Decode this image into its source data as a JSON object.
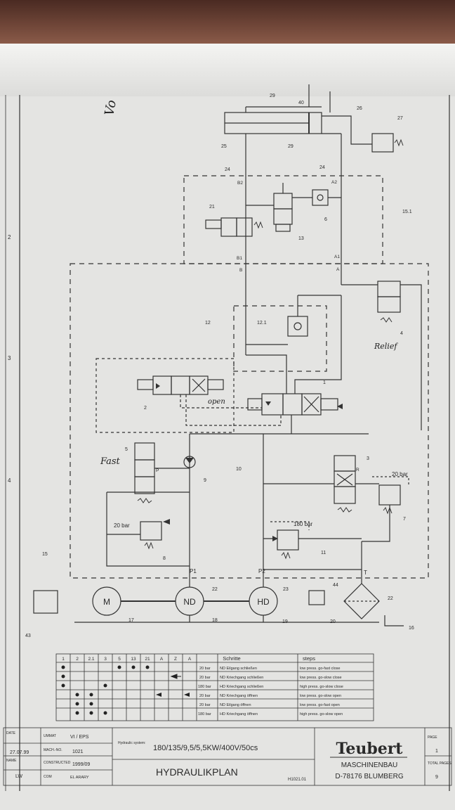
{
  "drawing": {
    "component_numbers": {
      "n29a": "29",
      "n40": "40",
      "n26": "26",
      "n27": "27",
      "n25": "25",
      "n29b": "29",
      "n24a": "24",
      "n24b": "24",
      "n21": "21",
      "n13": "13",
      "n6": "6",
      "n151": "15.1",
      "n12": "12",
      "n121": "12.1",
      "n4": "4",
      "n2": "2",
      "n1": "1",
      "n5": "5",
      "n9": "9",
      "n10": "10",
      "n3": "3",
      "n7": "7",
      "n8": "8",
      "n11": "11",
      "n15": "15",
      "n22a": "22",
      "n23": "23",
      "n44": "44",
      "n22b": "22",
      "n17": "17",
      "n18": "18",
      "n19": "19",
      "n20": "20",
      "n16": "16",
      "n43": "43"
    },
    "port_labels": {
      "b2": "B2",
      "a2": "A2",
      "b1": "B1",
      "a1": "A1",
      "b": "B",
      "a": "A",
      "p1": "P1",
      "p2": "P2",
      "t": "T",
      "r": "R",
      "p": "P"
    },
    "pressure_labels": {
      "p20a": "20 bar",
      "p20b": "20 bar",
      "p180": "180 bar"
    },
    "pump_labels": {
      "motor": "M",
      "nd": "ND",
      "hd": "HD"
    },
    "handwritten": {
      "open": "open",
      "fast": "Fast",
      "relief": "Relief",
      "top": "Vo"
    }
  },
  "steps_table": {
    "columns": [
      "1",
      "2",
      "2.1",
      "3",
      "5",
      "13",
      "21",
      "A",
      "Z",
      "A"
    ],
    "schritte_header": "Schritte",
    "steps_header": "steps",
    "rows": [
      {
        "pressure": "20 bar",
        "schritt": "ND Eilgang schließen",
        "step": "low press. go-fast close"
      },
      {
        "pressure": "20 bar",
        "schritt": "ND Kriechgang schließen",
        "step": "low press. go-slow close"
      },
      {
        "pressure": "180 bar",
        "schritt": "HD Kriechgang schließen",
        "step": "high press. go-slow close"
      },
      {
        "pressure": "20 bar",
        "schritt": "ND Kriechgang öffnen",
        "step": "low press. go-slow open"
      },
      {
        "pressure": "20 bar",
        "schritt": "ND Eilgang öffnen",
        "step": "low press. go-fast open"
      },
      {
        "pressure": "180 bar",
        "schritt": "HD Kriechgang öffnen",
        "step": "high press. go-slow open"
      }
    ]
  },
  "title_block": {
    "date_label": "DATE",
    "date": "27.07.99",
    "name_label": "NAME",
    "name": "LW",
    "umm_label": "UMMAT",
    "umm": "VI / EPS",
    "mach_label": "MACH.-NO.",
    "mach": "1021",
    "constructed_label": "CONSTRUCTED",
    "constructed": "1999/09",
    "com_label": "COM",
    "com": "EL ARARY",
    "system_label": "Hydraulic system:",
    "system": "180/135/9,5/5,5KW/400V/50cs",
    "drawing_title": "HYDRAULIKPLAN",
    "drawing_no": "H1021.01",
    "company": "Teubert",
    "company_sub1": "MASCHINENBAU",
    "company_sub2": "D-78176 BLUMBERG",
    "page_label": "PAGE",
    "page": "1",
    "total_label": "TOTAL PAGES",
    "total": "9"
  },
  "frame_markers": {
    "m2": "2",
    "m3": "3",
    "m4": "4"
  }
}
